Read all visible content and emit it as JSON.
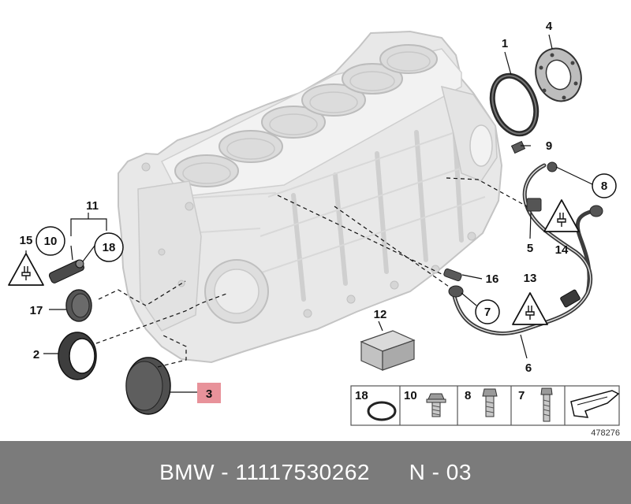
{
  "callouts": {
    "c1": "1",
    "c2": "2",
    "c3": "3",
    "c4": "4",
    "c5": "5",
    "c6": "6",
    "c7": "7",
    "c8": "8",
    "c9": "9",
    "c10": "10",
    "c11": "11",
    "c12": "12",
    "c13": "13",
    "c14": "14",
    "c15": "15",
    "c16": "16",
    "c17": "17",
    "c18": "18"
  },
  "highlight_color": "#e8929a",
  "legend": {
    "items": [
      {
        "num": "18",
        "icon": "o-ring-icon"
      },
      {
        "num": "10",
        "icon": "hex-flange-bolt-icon"
      },
      {
        "num": "8",
        "icon": "short-bolt-icon"
      },
      {
        "num": "7",
        "icon": "long-stud-bolt-icon"
      }
    ],
    "arrow_icon": "forward-arrow-icon"
  },
  "diagram_id": "478276",
  "footer": {
    "brand": "BMW",
    "part_number": "11117530262",
    "position": "N - 03"
  }
}
